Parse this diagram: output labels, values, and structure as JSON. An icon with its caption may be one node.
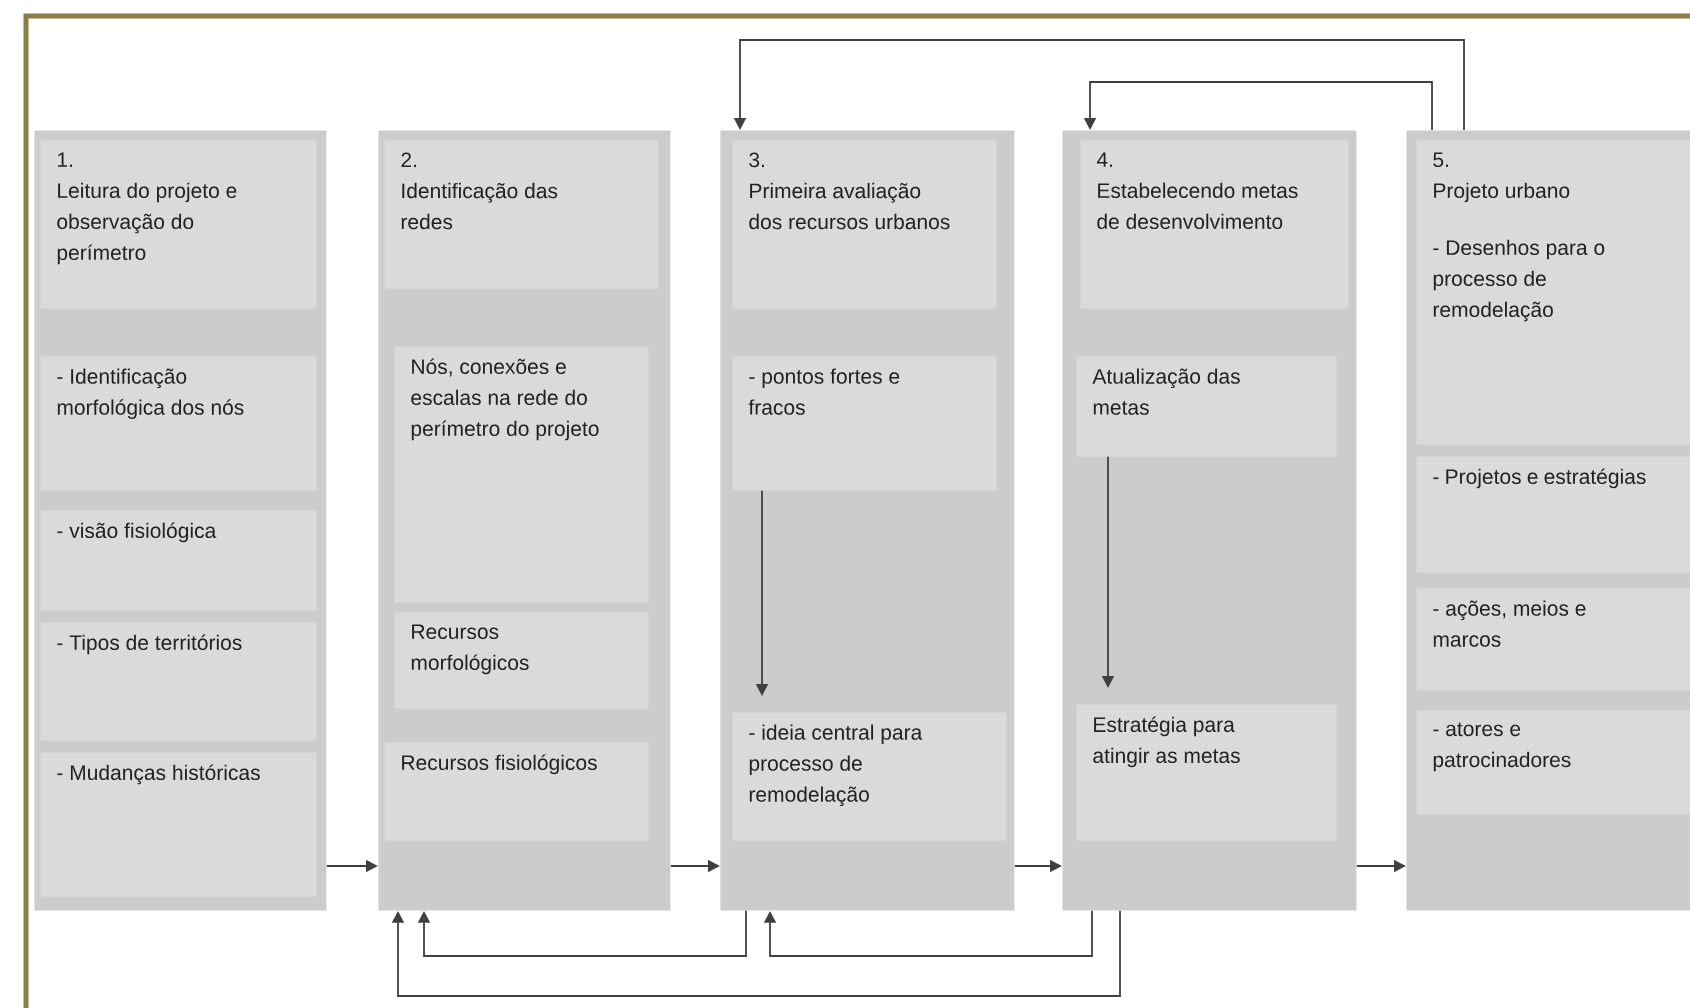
{
  "diagram": {
    "nodes": [
      {
        "text": [],
        "shape": "box"
      },
      {
        "text": [
          "1.",
          "Leitura do projeto e observação do perímetro"
        ],
        "in": 0
      },
      {
        "text": [
          "- Identificação morfológica dos nós"
        ],
        "in": 0
      },
      {
        "text": [
          "- visão fisiológica"
        ],
        "in": 0
      },
      {
        "text": [
          "- Tipos de territórios"
        ],
        "in": 0
      },
      {
        "text": [
          "- Mudanças históricas"
        ],
        "in": 0
      },
      {
        "text": [],
        "shape": "box"
      },
      {
        "text": [
          "2.",
          "Identificação das redes"
        ],
        "in": 6
      },
      {
        "text": [
          "Nós, conexões e escalas na rede do perímetro do projeto"
        ],
        "in": 6
      },
      {
        "text": [
          "Recursos morfológicos"
        ],
        "in": 6
      },
      {
        "text": [
          "Recursos fisiológicos"
        ],
        "in": 6
      },
      {
        "text": [],
        "shape": "box"
      },
      {
        "text": [
          "3.",
          "Primeira avaliação dos recursos urbanos"
        ],
        "in": 11
      },
      {
        "text": [
          "- pontos fortes e fracos"
        ],
        "in": 11
      },
      {
        "text": [
          "- ideia central para processo de remodelação"
        ],
        "in": 11
      },
      {
        "text": [],
        "shape": "box"
      },
      {
        "text": [
          "4.",
          "Estabelecendo metas de desenvolvimento"
        ],
        "in": 15
      },
      {
        "text": [
          "Atualização das metas"
        ],
        "in": 15
      },
      {
        "text": [
          "Estratégia para atingir as metas"
        ],
        "in": 15
      },
      {
        "text": [],
        "shape": "box"
      },
      {
        "text": [
          "5.",
          "Projeto urbano",
          "- Desenhos para o processo de remodelação"
        ],
        "in": 19
      },
      {
        "text": [
          "- Projetos e estratégias"
        ],
        "in": 19
      },
      {
        "text": [
          "- ações, meios e marcos"
        ],
        "in": 19
      },
      {
        "text": [
          "- atores e patrocinadores"
        ],
        "in": 19
      }
    ],
    "edges": [
      {
        "from": 0,
        "to": 6,
        "arrow": "to"
      },
      {
        "from": 6,
        "to": 11,
        "arrow": "to"
      },
      {
        "from": 11,
        "to": 15,
        "arrow": "to"
      },
      {
        "from": 15,
        "to": 19,
        "arrow": "to"
      },
      {
        "from": 19,
        "to": 11,
        "arrow": "to"
      },
      {
        "from": 19,
        "to": 15,
        "arrow": "to"
      },
      {
        "from": 11,
        "to": 6,
        "arrow": "to"
      },
      {
        "from": 15,
        "to": 11,
        "arrow": "to"
      },
      {
        "from": 15,
        "to": 6,
        "arrow": "to"
      },
      {
        "from": 13,
        "to": 14,
        "arrow": "to"
      },
      {
        "from": 17,
        "to": 18,
        "arrow": "to"
      }
    ]
  }
}
